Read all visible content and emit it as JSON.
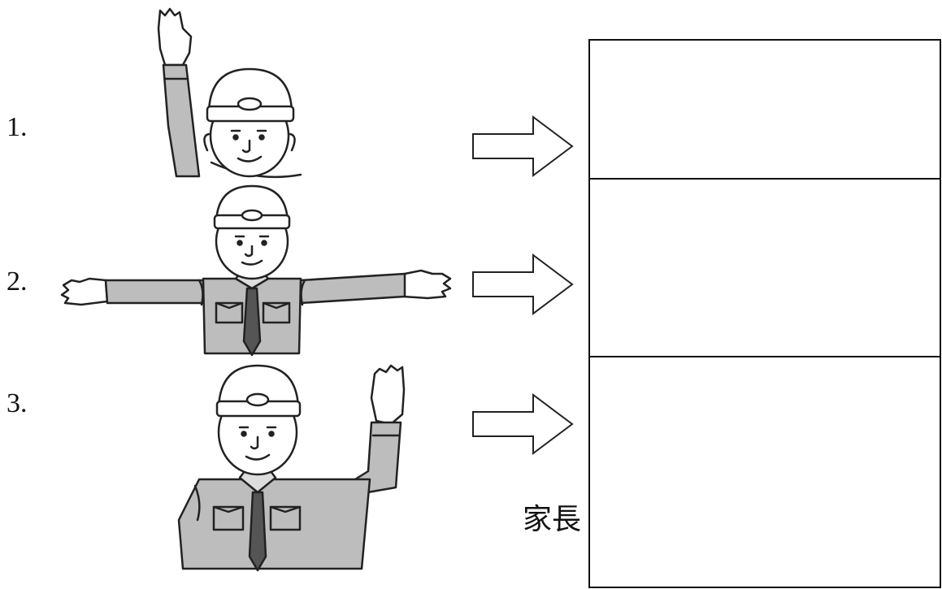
{
  "items": [
    {
      "number": "1.",
      "gesture": "one-arm-raised"
    },
    {
      "number": "2.",
      "gesture": "arms-outstretched"
    },
    {
      "number": "3.",
      "gesture": "one-arm-raised-side"
    }
  ],
  "parent_label": "家長"
}
